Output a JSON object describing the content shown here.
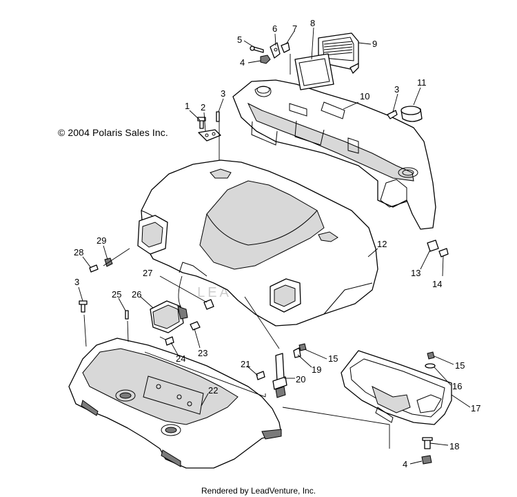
{
  "copyright": "© 2004 Polaris Sales Inc.",
  "footer": "Rendered by LeadVenture, Inc.",
  "watermark": "LEADVENTURE",
  "callouts": [
    {
      "id": "c5",
      "text": "5"
    },
    {
      "id": "c6",
      "text": "6"
    },
    {
      "id": "c7",
      "text": "7"
    },
    {
      "id": "c8",
      "text": "8"
    },
    {
      "id": "c9",
      "text": "9"
    },
    {
      "id": "c4a",
      "text": "4"
    },
    {
      "id": "c1",
      "text": "1"
    },
    {
      "id": "c2",
      "text": "2"
    },
    {
      "id": "c3a",
      "text": "3"
    },
    {
      "id": "c10",
      "text": "10"
    },
    {
      "id": "c3b",
      "text": "3"
    },
    {
      "id": "c11",
      "text": "11"
    },
    {
      "id": "c28",
      "text": "28"
    },
    {
      "id": "c29",
      "text": "29"
    },
    {
      "id": "c12",
      "text": "12"
    },
    {
      "id": "c13",
      "text": "13"
    },
    {
      "id": "c14",
      "text": "14"
    },
    {
      "id": "c3c",
      "text": "3"
    },
    {
      "id": "c27",
      "text": "27"
    },
    {
      "id": "c25",
      "text": "25"
    },
    {
      "id": "c26",
      "text": "26"
    },
    {
      "id": "c24",
      "text": "24"
    },
    {
      "id": "c23",
      "text": "23"
    },
    {
      "id": "c15a",
      "text": "15"
    },
    {
      "id": "c19",
      "text": "19"
    },
    {
      "id": "c21",
      "text": "21"
    },
    {
      "id": "c20",
      "text": "20"
    },
    {
      "id": "c15b",
      "text": "15"
    },
    {
      "id": "c16",
      "text": "16"
    },
    {
      "id": "c22",
      "text": "22"
    },
    {
      "id": "c17",
      "text": "17"
    },
    {
      "id": "c18",
      "text": "18"
    },
    {
      "id": "c4b",
      "text": "4"
    }
  ]
}
